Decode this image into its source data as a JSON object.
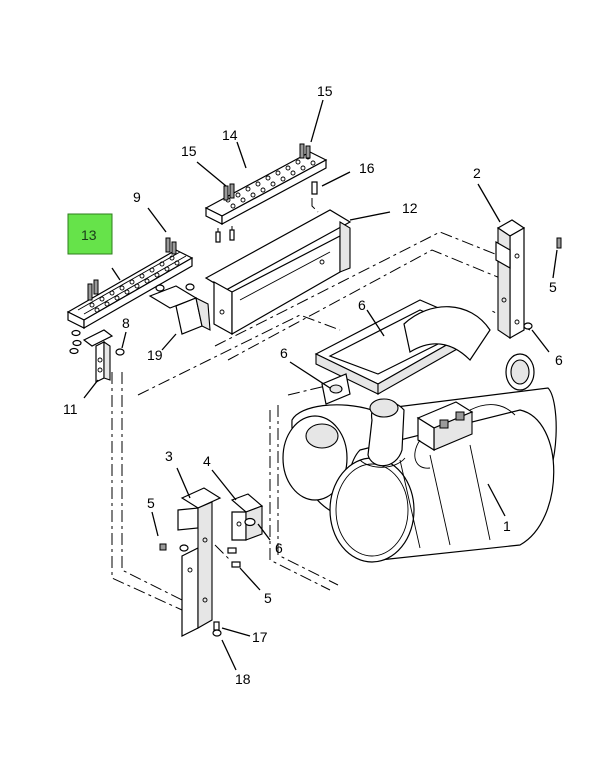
{
  "diagram": {
    "highlight_color": "#66e34a",
    "callouts": [
      {
        "id": "c1",
        "text": "1"
      },
      {
        "id": "c2",
        "text": "2"
      },
      {
        "id": "c3",
        "text": "3"
      },
      {
        "id": "c4",
        "text": "4"
      },
      {
        "id": "c5a",
        "text": "5"
      },
      {
        "id": "c5b",
        "text": "5"
      },
      {
        "id": "c5c",
        "text": "5"
      },
      {
        "id": "c6a",
        "text": "6"
      },
      {
        "id": "c6b",
        "text": "6"
      },
      {
        "id": "c6c",
        "text": "6"
      },
      {
        "id": "c6d",
        "text": "6"
      },
      {
        "id": "c8",
        "text": "8"
      },
      {
        "id": "c9",
        "text": "9"
      },
      {
        "id": "c11",
        "text": "11"
      },
      {
        "id": "c12",
        "text": "12"
      },
      {
        "id": "c13",
        "text": "13"
      },
      {
        "id": "c14",
        "text": "14"
      },
      {
        "id": "c15a",
        "text": "15"
      },
      {
        "id": "c15b",
        "text": "15"
      },
      {
        "id": "c16",
        "text": "16"
      },
      {
        "id": "c17",
        "text": "17"
      },
      {
        "id": "c18",
        "text": "18"
      },
      {
        "id": "c19",
        "text": "19"
      }
    ]
  }
}
